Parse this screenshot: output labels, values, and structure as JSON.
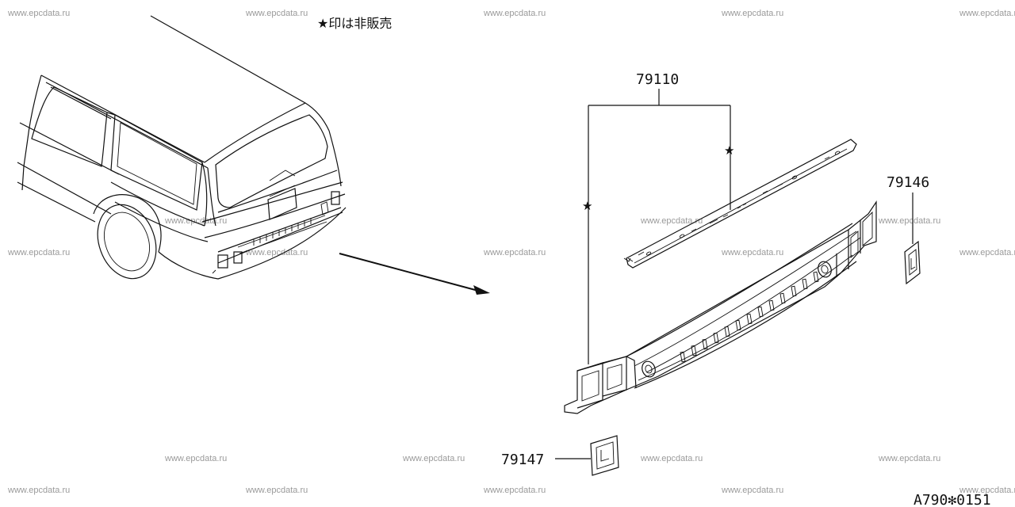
{
  "watermark": "www.epcdata.ru",
  "note": "★印は非販売",
  "parts": {
    "main": "79110",
    "right_bracket": "79146",
    "lower_bracket": "79147"
  },
  "star_symbol": "★",
  "drawing_code": "A790✻0151"
}
